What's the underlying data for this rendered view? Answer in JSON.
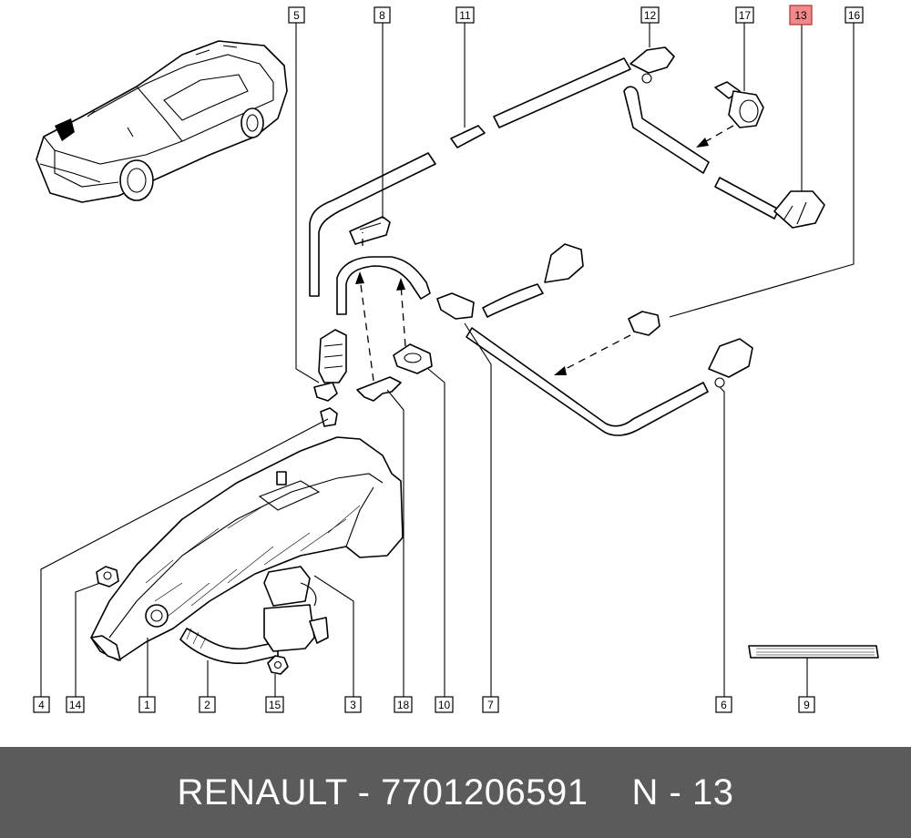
{
  "diagram": {
    "callouts": [
      {
        "id": "c5",
        "label": "5",
        "highlight": false
      },
      {
        "id": "c8",
        "label": "8",
        "highlight": false
      },
      {
        "id": "c11",
        "label": "11",
        "highlight": false
      },
      {
        "id": "c12",
        "label": "12",
        "highlight": false
      },
      {
        "id": "c17",
        "label": "17",
        "highlight": false
      },
      {
        "id": "c13",
        "label": "13",
        "highlight": true
      },
      {
        "id": "c16",
        "label": "16",
        "highlight": false
      },
      {
        "id": "c4",
        "label": "4",
        "highlight": false
      },
      {
        "id": "c14",
        "label": "14",
        "highlight": false
      },
      {
        "id": "c1",
        "label": "1",
        "highlight": false
      },
      {
        "id": "c2",
        "label": "2",
        "highlight": false
      },
      {
        "id": "c15",
        "label": "15",
        "highlight": false
      },
      {
        "id": "c3",
        "label": "3",
        "highlight": false
      },
      {
        "id": "c18",
        "label": "18",
        "highlight": false
      },
      {
        "id": "c10",
        "label": "10",
        "highlight": false
      },
      {
        "id": "c7",
        "label": "7",
        "highlight": false
      },
      {
        "id": "c6",
        "label": "6",
        "highlight": false
      },
      {
        "id": "c9",
        "label": "9",
        "highlight": false
      }
    ],
    "highlight_color": "#f08a8a"
  },
  "footer": {
    "brand_part": "RENAULT - 7701206591",
    "position": "N - 13",
    "background": "#5b5b5b"
  }
}
